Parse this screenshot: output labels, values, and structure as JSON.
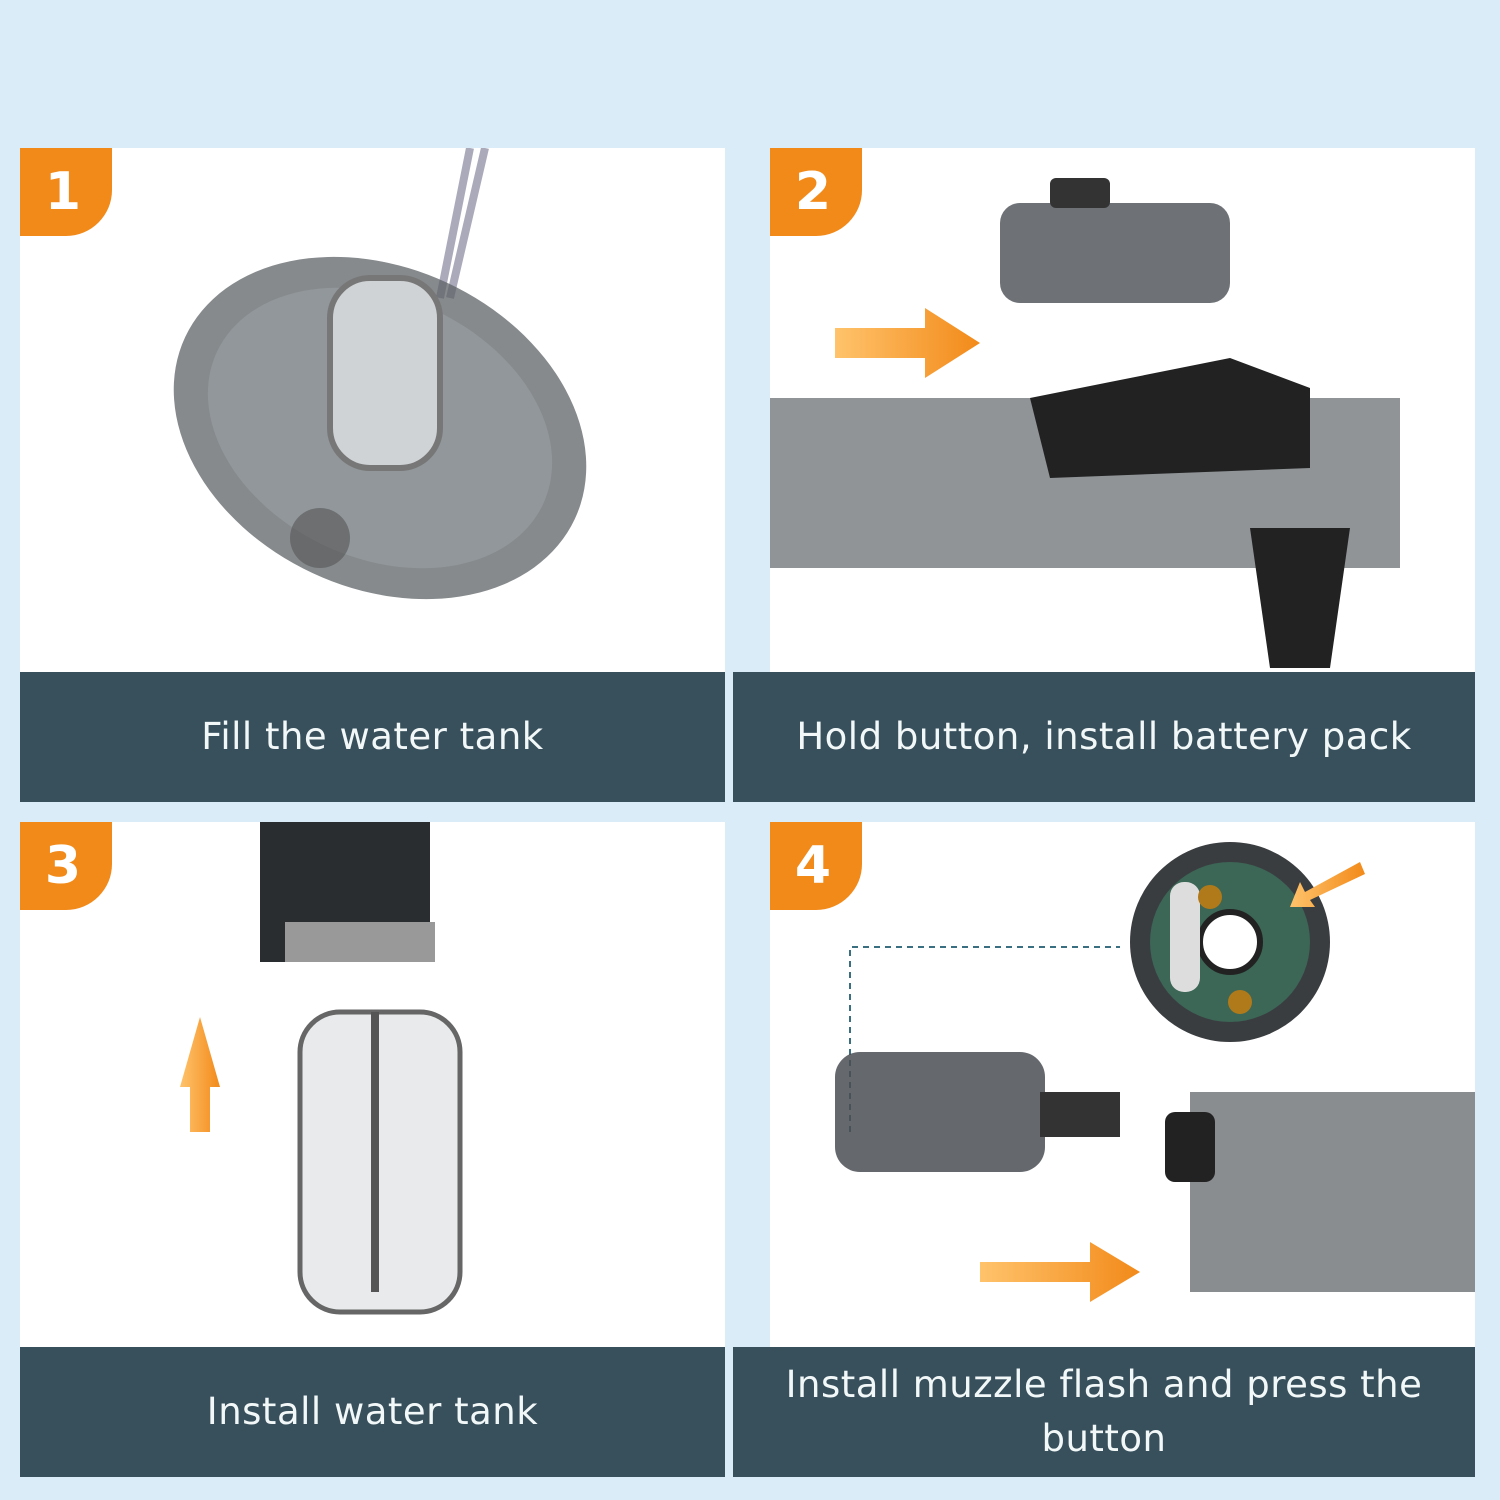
{
  "background_color": "#daecf8",
  "accent_color": "#f28a1a",
  "caption_color": "#37505c",
  "steps": [
    {
      "number": "1",
      "caption": "Fill the water tank",
      "illustration": "water-tank-filling-icon"
    },
    {
      "number": "2",
      "caption": "Hold button, install battery pack",
      "illustration": "gun-scope-battery-icon"
    },
    {
      "number": "3",
      "caption": "Install water tank",
      "illustration": "water-tank-install-icon"
    },
    {
      "number": "4",
      "caption": "Install muzzle flash and press the button",
      "illustration": "muzzle-flash-install-icon"
    }
  ]
}
